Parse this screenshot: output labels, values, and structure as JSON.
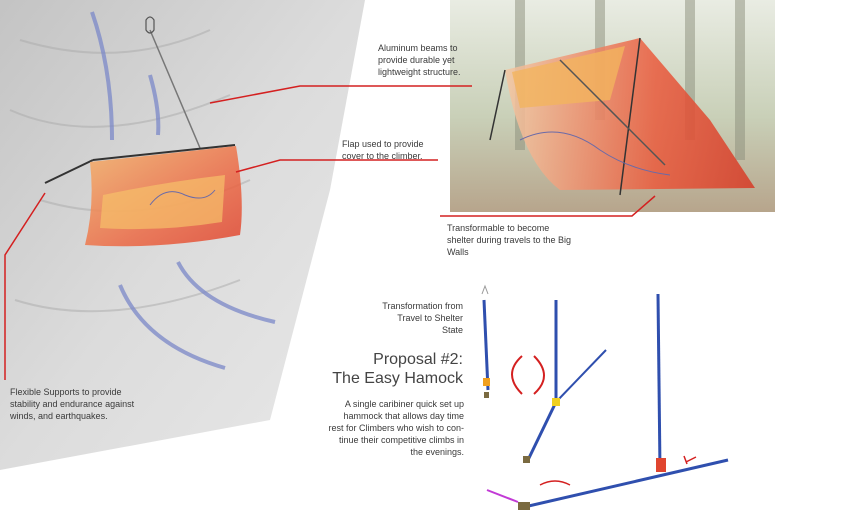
{
  "annotations": {
    "aluminum_beams": "Aluminum beams to\nprovide durable yet\nlightweight structure.",
    "flap": "Flap used to provide\ncover to the climber.",
    "transformable": "Transformable to become\nshelter during travels to the Big\nWalls",
    "flexible_supports": "Flexible Supports to provide\nstability and endurance against\nwinds, and earthquakes.",
    "transformation": "Transformation from\nTravel to Shelter\nState"
  },
  "proposal": {
    "title": "Proposal #2:\nThe Easy Hamock",
    "description": "A single caribiner quick set up\nhammock that allows day time\nrest for Climbers who wish to con-\ntinue their competitive climbs in\nthe evenings."
  },
  "colors": {
    "leader_line": "#d42020",
    "fabric_red": "#e0452f",
    "fabric_orange": "#f2a93a",
    "pole_blue": "#2f4fae",
    "rock_gray": "#c9c9c9",
    "forest_green": "#7d8a5a"
  },
  "icons": [
    "rotation-arrows-icon",
    "carabiner-icon"
  ]
}
